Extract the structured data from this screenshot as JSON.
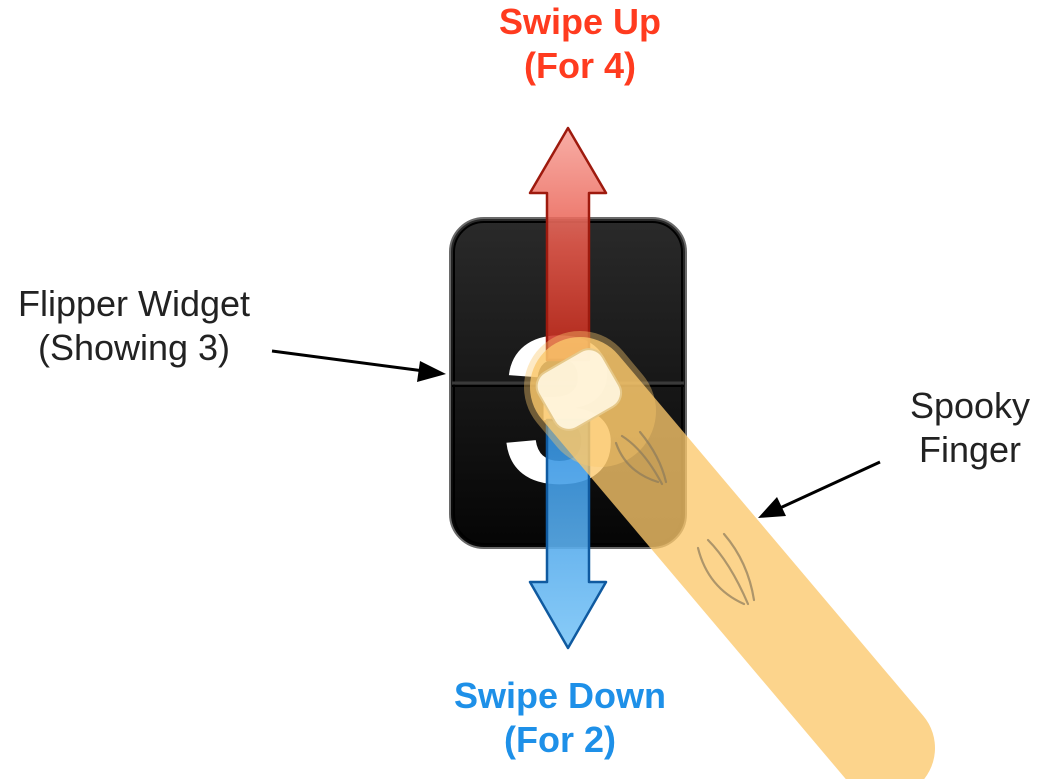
{
  "labels": {
    "swipe_up": {
      "line1": "Swipe Up",
      "line2": "(For 4)"
    },
    "swipe_down": {
      "line1": "Swipe Down",
      "line2": "(For 2)"
    },
    "widget": {
      "line1": "Flipper Widget",
      "line2": "(Showing 3)"
    },
    "finger": {
      "line1": "Spooky",
      "line2": "Finger"
    }
  },
  "widget": {
    "digit": "3"
  },
  "colors": {
    "up": "#ff3b1f",
    "down": "#1e90e8",
    "annotation_text": "#222222",
    "widget_bg": "#111111",
    "finger": "#fbc86b"
  },
  "icons": {
    "up_arrow": "arrow-up-icon",
    "down_arrow": "arrow-down-icon",
    "finger": "finger-icon"
  }
}
